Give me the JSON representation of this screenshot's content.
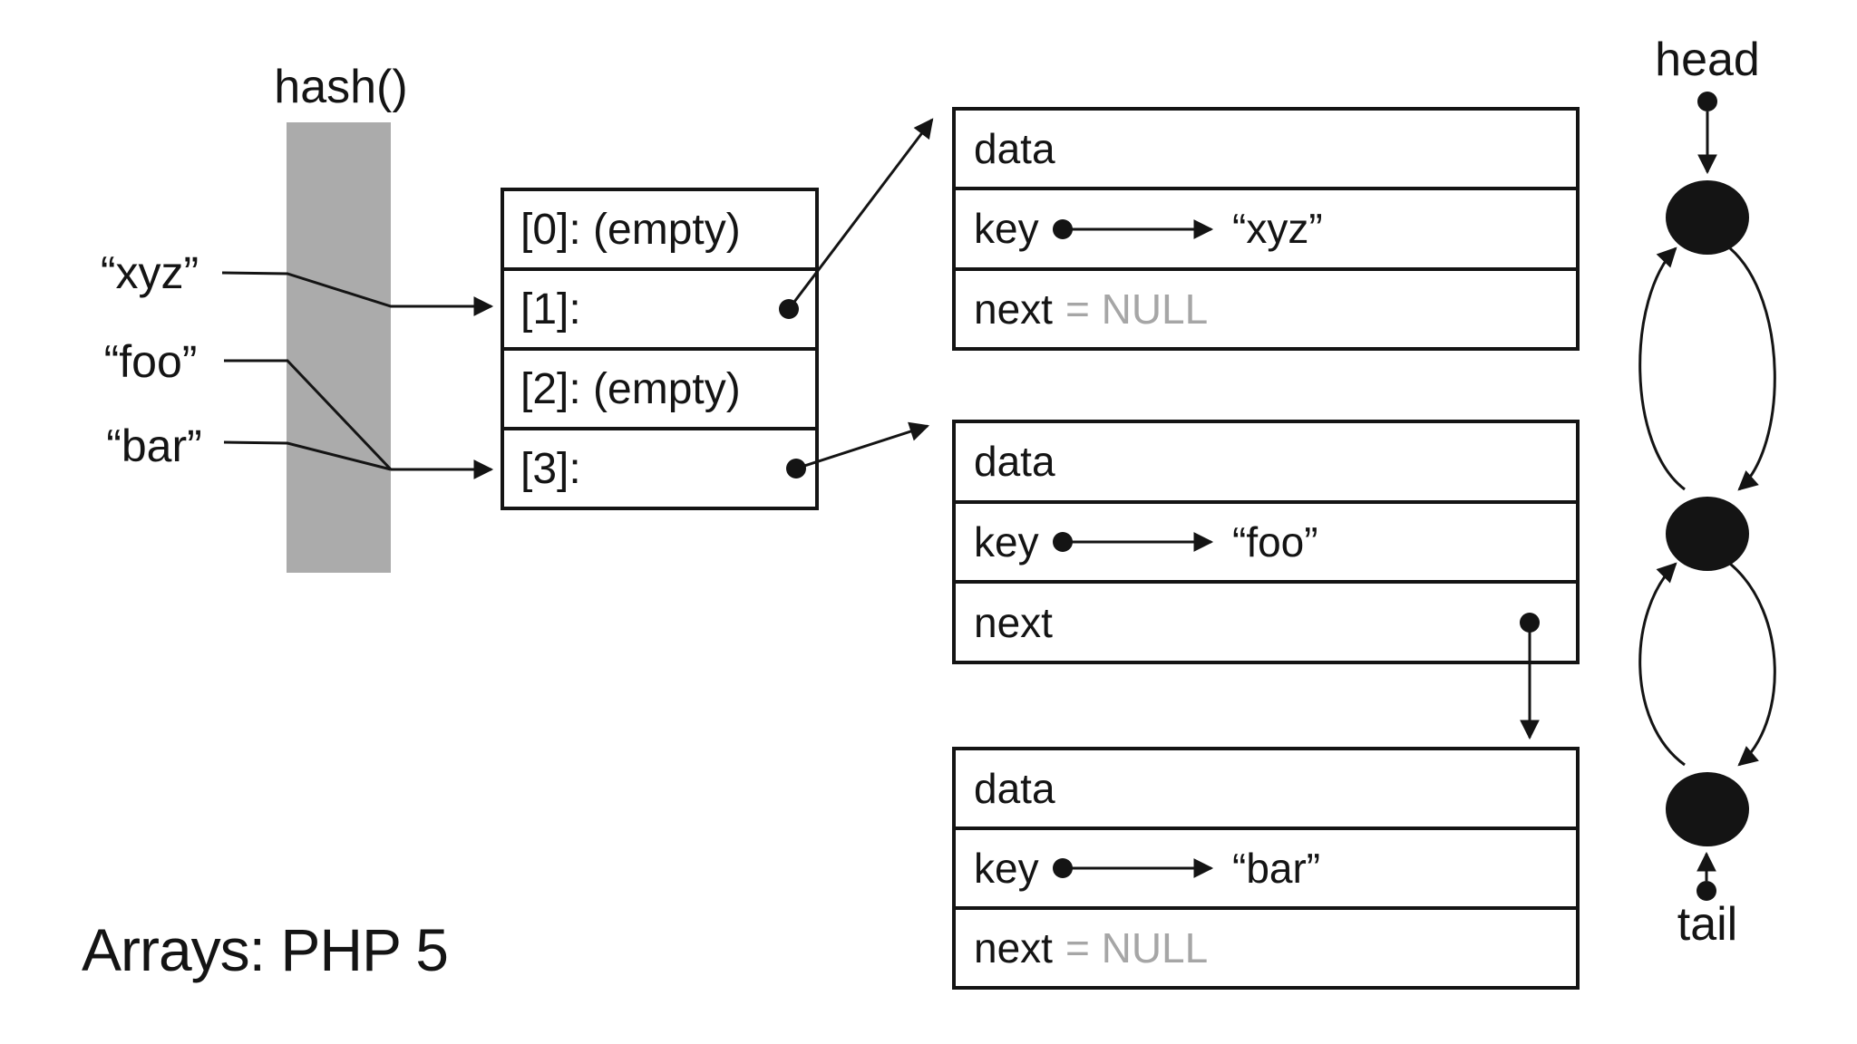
{
  "title": "Arrays: PHP 5",
  "hash": {
    "label": "hash()"
  },
  "input_keys": [
    "“xyz”",
    "“foo”",
    "“bar”"
  ],
  "bucket_array": {
    "rows": [
      "[0]: (empty)",
      "[1]:",
      "[2]: (empty)",
      "[3]:"
    ]
  },
  "nodes": [
    {
      "data_label": "data",
      "key_label": "key",
      "key_value": "“xyz”",
      "next_label": "next",
      "next_value": "= NULL"
    },
    {
      "data_label": "data",
      "key_label": "key",
      "key_value": "“foo”",
      "next_label": "next",
      "next_value": ""
    },
    {
      "data_label": "data",
      "key_label": "key",
      "key_value": "“bar”",
      "next_label": "next",
      "next_value": "= NULL"
    }
  ],
  "linked_list": {
    "head_label": "head",
    "tail_label": "tail"
  },
  "colors": {
    "ink": "#141414",
    "hash_bar_gray": "#ababab",
    "null_text_gray": "#a6a6a6",
    "background": "#ffffff"
  }
}
